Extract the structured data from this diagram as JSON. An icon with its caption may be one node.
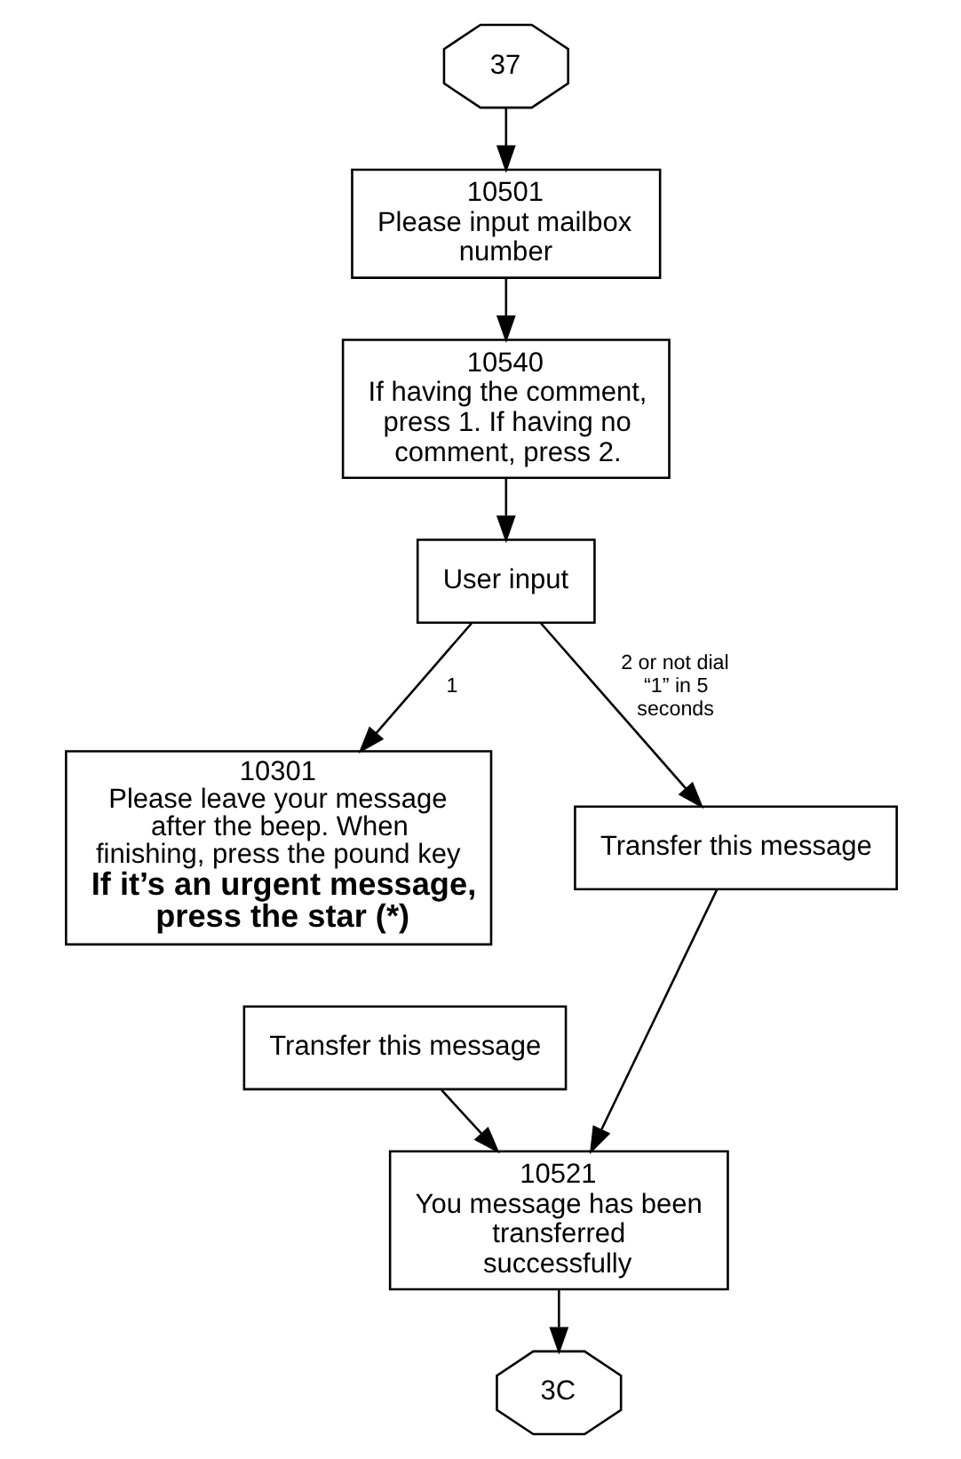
{
  "diagram": {
    "nodes": [
      {
        "text": [
          "37"
        ]
      },
      {
        "text": [
          "10501",
          "Please input mailbox number"
        ]
      },
      {
        "text": [
          "10540",
          "If having the comment, press 1. If having no comment, press 2."
        ]
      },
      {
        "text": [
          "User input"
        ]
      },
      {
        "text": [
          "10301",
          "Please leave your message after the beep. When finishing, press the pound key",
          "If it’s an urgent message, press the star (*)"
        ]
      },
      {
        "text": [
          "Transfer this message"
        ]
      },
      {
        "text": [
          "Transfer this message"
        ]
      },
      {
        "text": [
          "10521",
          "You message has been transferred successfully"
        ]
      },
      {
        "text": [
          "3C"
        ]
      }
    ],
    "edges": [
      {
        "from": 0,
        "to": 1,
        "arrow": "to"
      },
      {
        "from": 1,
        "to": 2,
        "arrow": "to"
      },
      {
        "from": 2,
        "to": 3,
        "arrow": "to"
      },
      {
        "from": 3,
        "to": 4,
        "arrow": "to",
        "label": "1"
      },
      {
        "from": 3,
        "to": 5,
        "arrow": "to",
        "label": "2 or not dial “1” in 5 seconds"
      },
      {
        "from": 6,
        "to": 7,
        "arrow": "to"
      },
      {
        "from": 5,
        "to": 7,
        "arrow": "to"
      },
      {
        "from": 7,
        "to": 8,
        "arrow": "to"
      }
    ]
  }
}
